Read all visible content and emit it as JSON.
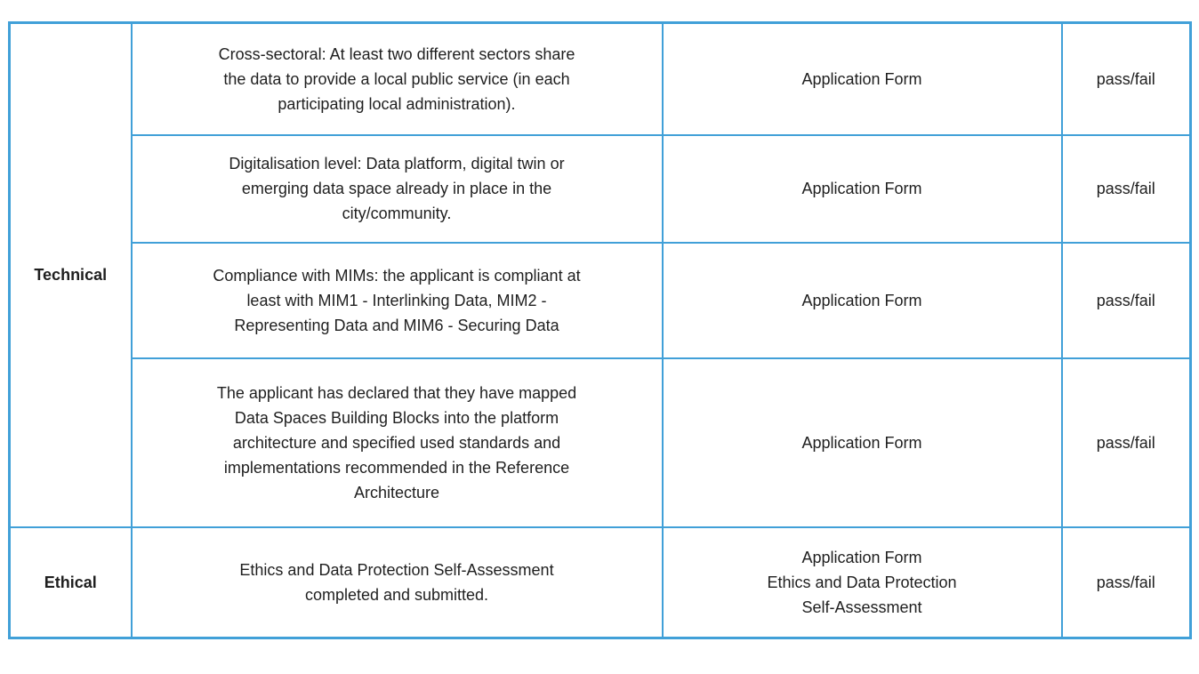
{
  "table": {
    "border_color": "#41a0d8",
    "text_color": "#1f1f1f",
    "groups": [
      {
        "category": "Technical",
        "rows": [
          {
            "criterion": "Cross-sectoral: At least two different sectors share\nthe data to provide a local public service (in each\nparticipating local administration).",
            "source": "Application Form",
            "result": "pass/fail"
          },
          {
            "criterion": "Digitalisation level: Data platform, digital twin or\nemerging data space already in place in the\ncity/community.",
            "source": "Application Form",
            "result": "pass/fail"
          },
          {
            "criterion": "Compliance with MIMs: the applicant is compliant at\nleast with MIM1 - Interlinking Data, MIM2 -\nRepresenting Data and MIM6 - Securing Data",
            "source": "Application Form",
            "result": "pass/fail"
          },
          {
            "criterion": "The applicant has declared that they have mapped\nData Spaces Building Blocks into the platform\narchitecture and specified used standards and\nimplementations recommended in the Reference\nArchitecture",
            "source": "Application Form",
            "result": "pass/fail"
          }
        ]
      },
      {
        "category": "Ethical",
        "rows": [
          {
            "criterion": "Ethics and Data Protection Self-Assessment\ncompleted and submitted.",
            "source": "Application Form\nEthics and Data Protection\nSelf-Assessment",
            "result": "pass/fail"
          }
        ]
      }
    ]
  }
}
